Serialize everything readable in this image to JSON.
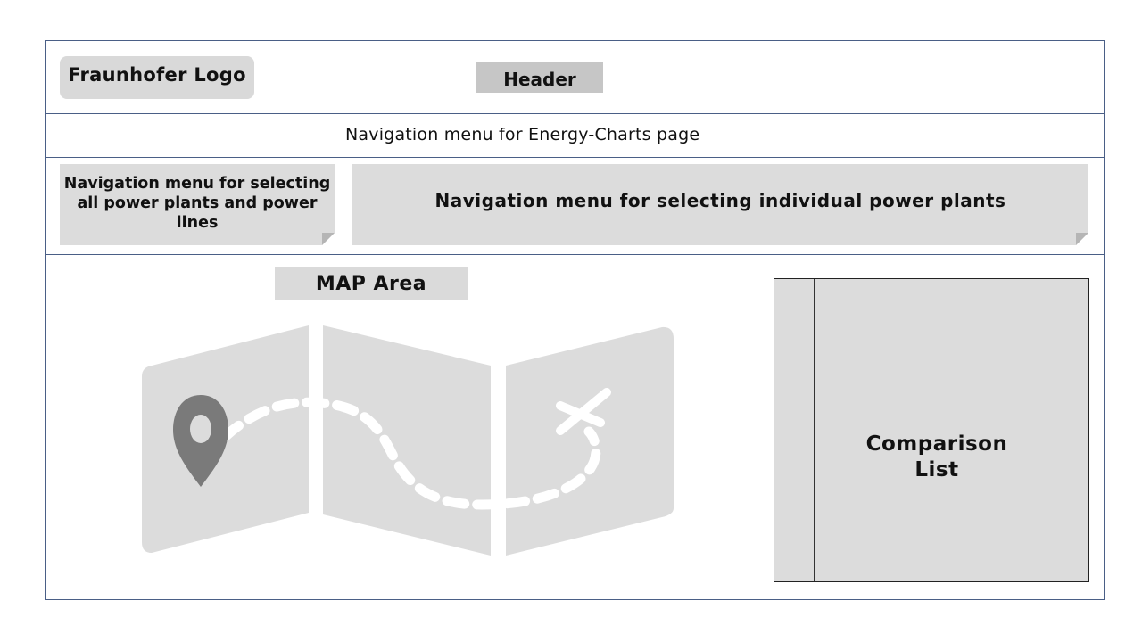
{
  "header": {
    "logo_label": "Fraunhofer Logo",
    "header_label": "Header"
  },
  "navigation": {
    "main_menu_label": "Navigation menu for Energy-Charts page",
    "all_plants_label": "Navigation menu for selecting all power plants and power lines",
    "individual_plants_label": "Navigation menu for selecting individual power plants"
  },
  "map": {
    "label": "MAP Area",
    "icons": [
      "folded-map-icon",
      "location-pin-icon",
      "dashed-route-icon",
      "x-mark-icon"
    ]
  },
  "comparison": {
    "label_line1": "Comparison",
    "label_line2": "List"
  },
  "colors": {
    "border": "#4a5f86",
    "placeholder_fill": "#dcdcdc",
    "header_fill": "#c6c6c6",
    "pin": "#7a7a7a"
  }
}
